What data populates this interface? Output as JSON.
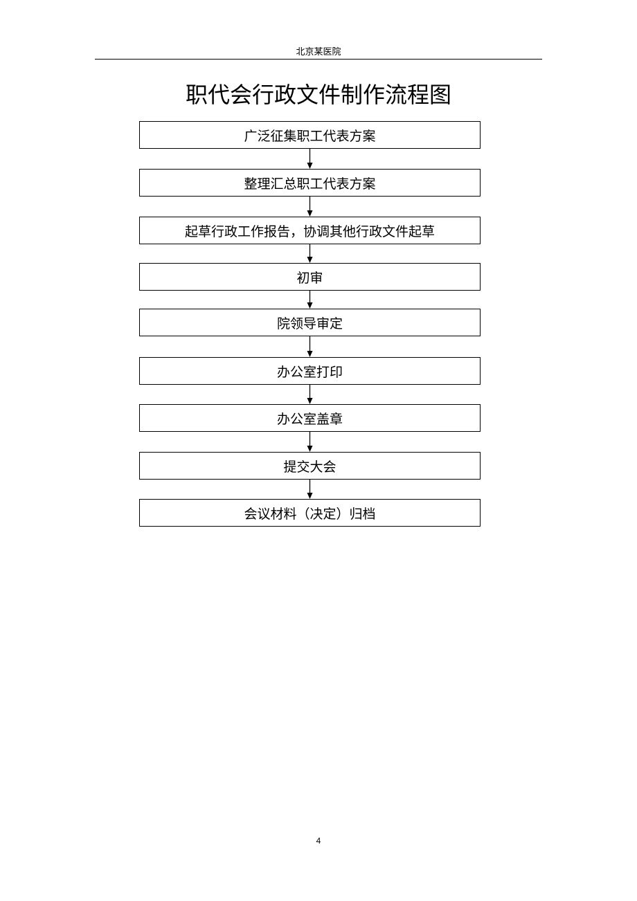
{
  "header": {
    "hospital": "北京某医院"
  },
  "title": "职代会行政文件制作流程图",
  "steps": [
    {
      "label": "广泛征集职工代表方案"
    },
    {
      "label": "整理汇总职工代表方案"
    },
    {
      "label": "起草行政工作报告，协调其他行政文件起草"
    },
    {
      "label": "初审"
    },
    {
      "label": "院领导审定"
    },
    {
      "label": "办公室打印"
    },
    {
      "label": "办公室盖章"
    },
    {
      "label": "提交大会"
    },
    {
      "label": "会议材料（决定）归档"
    }
  ],
  "footer": {
    "page_number": "4"
  }
}
